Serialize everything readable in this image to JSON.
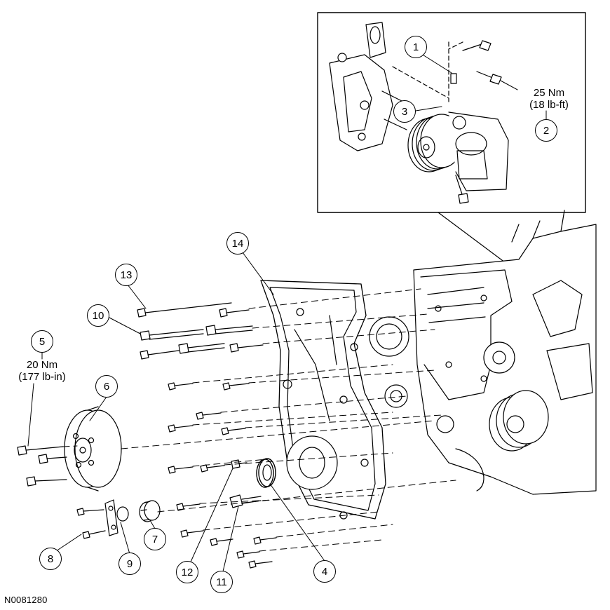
{
  "callouts": [
    {
      "id": "1"
    },
    {
      "id": "2"
    },
    {
      "id": "3"
    },
    {
      "id": "4"
    },
    {
      "id": "5"
    },
    {
      "id": "6"
    },
    {
      "id": "7"
    },
    {
      "id": "8"
    },
    {
      "id": "9"
    },
    {
      "id": "10"
    },
    {
      "id": "11"
    },
    {
      "id": "12"
    },
    {
      "id": "13"
    },
    {
      "id": "14"
    }
  ],
  "torque_specs": {
    "pump_bolt": {
      "metric": "25 Nm",
      "imperial": "(18 lb-ft)"
    },
    "pulley_bolt": {
      "metric": "20 Nm",
      "imperial": "(177 lb-in)"
    }
  },
  "figure_id": "N0081280"
}
